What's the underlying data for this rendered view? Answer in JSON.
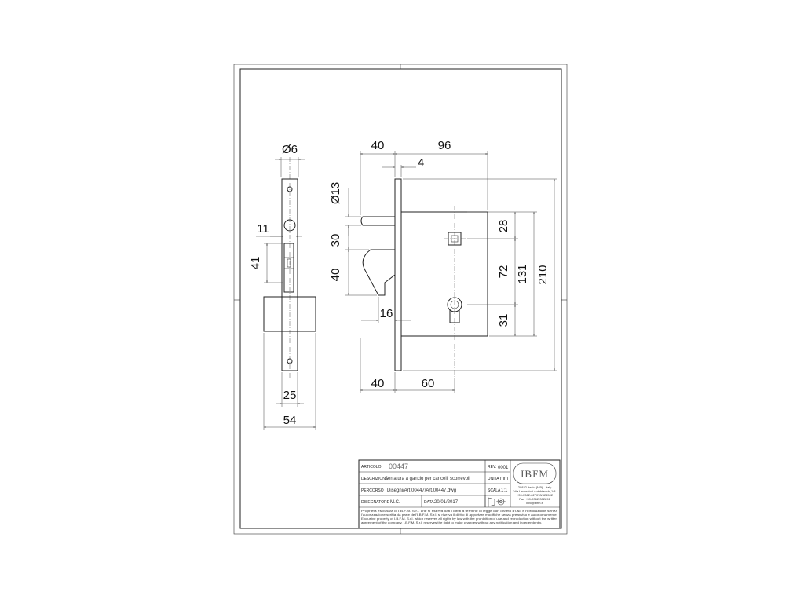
{
  "dimensions": {
    "side_hole_dia": "Ø6",
    "side_11": "11",
    "side_41": "41",
    "side_25": "25",
    "side_54": "54",
    "front_40_top": "40",
    "front_96": "96",
    "front_4": "4",
    "front_dia13": "Ø13",
    "front_30": "30",
    "front_40_left": "40",
    "front_16": "16",
    "front_40_bottom": "40",
    "front_60": "60",
    "front_28": "28",
    "front_72": "72",
    "front_31": "31",
    "front_131": "131",
    "front_210": "210"
  },
  "title_block": {
    "articolo_label": "ARTICOLO",
    "articolo_value": "00447",
    "rev_label": "REV.",
    "rev_value": "0001",
    "descrizione_label": "DESCRIZIONE",
    "descrizione_value": "Serratura a gancio per cancelli scorrevoli",
    "unita_label": "UNITA",
    "unita_value": "mm",
    "percorso_label": "PERCORSO",
    "percorso_value": "Disegni/Art.00447/Art.00447.dwg",
    "scala_label": "SCALA",
    "scala_value": "1:1",
    "disegnatore_label": "DISEGNATORE",
    "disegnatore_value": "M.C.",
    "data_label": "DATA",
    "data_value": "20/01/2017",
    "logo_text": "IBFM",
    "address_1": "20832 desio (MB) - Italy",
    "address_2": "Via Lavoratori Autobianchi,1/8",
    "address_3": "+39-0362-627078/624502",
    "address_4": "Fax +39-0362-302892",
    "address_5": "info@ibfm.it",
    "notice_1": "Proprietà esclusiva di I.B.F.M. S.r.l. che si riserva tutti i diritti a termine di legge con divieto d'uso e riproduzione senza",
    "notice_2": "l'autorizzazione scritta da parte dell'I.B.F.M. S.r.l. si riserva il diritto di apportare modifiche senza preavviso e autonomamente.",
    "notice_3": "Exclusive property of I.B.F.M. S.r.l. which reserves all rights by law with the prohibition of use and reproduction without the written",
    "notice_4": "agreement of the company. I.B.F.M. S.r.l. reserves the right to make changes without any notification and independently."
  }
}
